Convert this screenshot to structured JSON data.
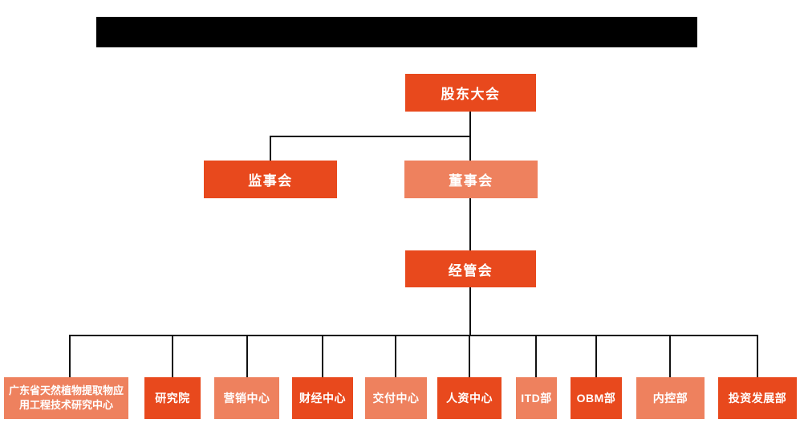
{
  "org_chart": {
    "root": {
      "label": "股东大会",
      "variant": "dark"
    },
    "level2": [
      {
        "label": "监事会",
        "variant": "dark"
      },
      {
        "label": "董事会",
        "variant": "light"
      }
    ],
    "level3": {
      "label": "经管会",
      "variant": "dark"
    },
    "departments": [
      {
        "label": "广东省天然植物提取物应用工程技术研究中心",
        "variant": "light"
      },
      {
        "label": "研究院",
        "variant": "dark"
      },
      {
        "label": "营销中心",
        "variant": "light"
      },
      {
        "label": "财经中心",
        "variant": "dark"
      },
      {
        "label": "交付中心",
        "variant": "light"
      },
      {
        "label": "人资中心",
        "variant": "dark"
      },
      {
        "label": "ITD部",
        "variant": "light"
      },
      {
        "label": "OBM部",
        "variant": "dark"
      },
      {
        "label": "内控部",
        "variant": "light"
      },
      {
        "label": "投资发展部",
        "variant": "dark"
      }
    ],
    "colors": {
      "dark": "#E8491D",
      "light": "#EE815E",
      "line": "#111111",
      "text": "#FFFFFF",
      "redaction": "#000000"
    }
  }
}
